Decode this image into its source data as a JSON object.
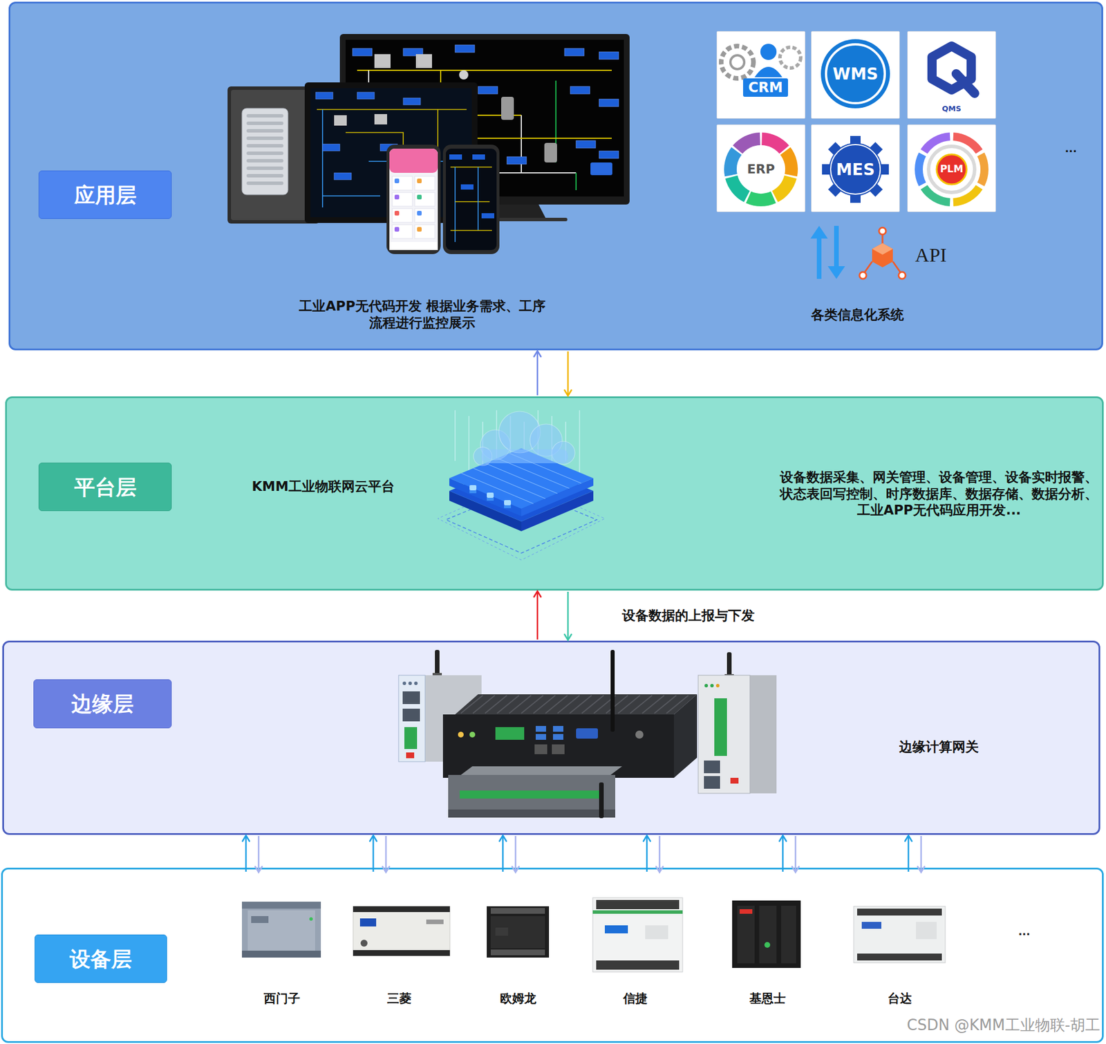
{
  "diagram": {
    "nodes": [
      {
        "text": [
          "工业APP无代码开发 根据业务需求、工序流程进行监控展示",
          "各类信息化系统",
          "..."
        ]
      },
      {
        "text": [
          "应用层"
        ],
        "in": 0
      },
      {
        "text": [
          "CRM"
        ],
        "in": 0
      },
      {
        "text": [
          "WMS"
        ],
        "in": 0
      },
      {
        "text": [
          "QMS"
        ],
        "in": 0
      },
      {
        "text": [
          "ERP"
        ],
        "in": 0
      },
      {
        "text": [
          "MES"
        ],
        "in": 0
      },
      {
        "text": [
          "PLM"
        ],
        "in": 0
      },
      {
        "text": [
          "KMM工业物联网云平台",
          "设备数据采集、网关管理、设备管理、设备实时报警、状态表回写控制、时序数据库、数据存储、数据分析、工业APP无代码应用开发..."
        ]
      },
      {
        "text": [
          "平台层"
        ],
        "in": 8
      },
      {
        "text": [
          "边缘计算网关"
        ]
      },
      {
        "text": [
          "边缘层"
        ],
        "in": 10
      },
      {
        "text": [
          "..."
        ]
      },
      {
        "text": [
          "设备层"
        ],
        "in": 12
      },
      {
        "text": [
          "西门子"
        ],
        "in": 12
      },
      {
        "text": [
          "三菱"
        ],
        "in": 12
      },
      {
        "text": [
          "欧姆龙"
        ],
        "in": 12
      },
      {
        "text": [
          "信捷"
        ],
        "in": 12
      },
      {
        "text": [
          "基恩士"
        ],
        "in": 12
      },
      {
        "text": [
          "台达"
        ],
        "in": 12
      }
    ],
    "edges": [
      {
        "from": 8,
        "to": 0,
        "arrow": "to"
      },
      {
        "from": 0,
        "to": 8,
        "arrow": "to"
      },
      {
        "from": 10,
        "to": 8,
        "arrow": "to"
      },
      {
        "from": 8,
        "to": 10,
        "arrow": "to",
        "label": "设备数据的上报与下发"
      },
      {
        "from": 14,
        "to": 10,
        "arrow": "to"
      },
      {
        "from": 10,
        "to": 14,
        "arrow": "to"
      },
      {
        "from": 15,
        "to": 10,
        "arrow": "to"
      },
      {
        "from": 10,
        "to": 15,
        "arrow": "to"
      },
      {
        "from": 16,
        "to": 10,
        "arrow": "to"
      },
      {
        "from": 10,
        "to": 16,
        "arrow": "to"
      },
      {
        "from": 17,
        "to": 10,
        "arrow": "to"
      },
      {
        "from": 10,
        "to": 17,
        "arrow": "to"
      },
      {
        "from": 18,
        "to": 10,
        "arrow": "to"
      },
      {
        "from": 10,
        "to": 18,
        "arrow": "to"
      },
      {
        "from": 19,
        "to": 10,
        "arrow": "to"
      },
      {
        "from": 10,
        "to": 19,
        "arrow": "to"
      }
    ],
    "labels": [
      "API",
      "CSDN @KMM工业物联-胡工"
    ]
  }
}
